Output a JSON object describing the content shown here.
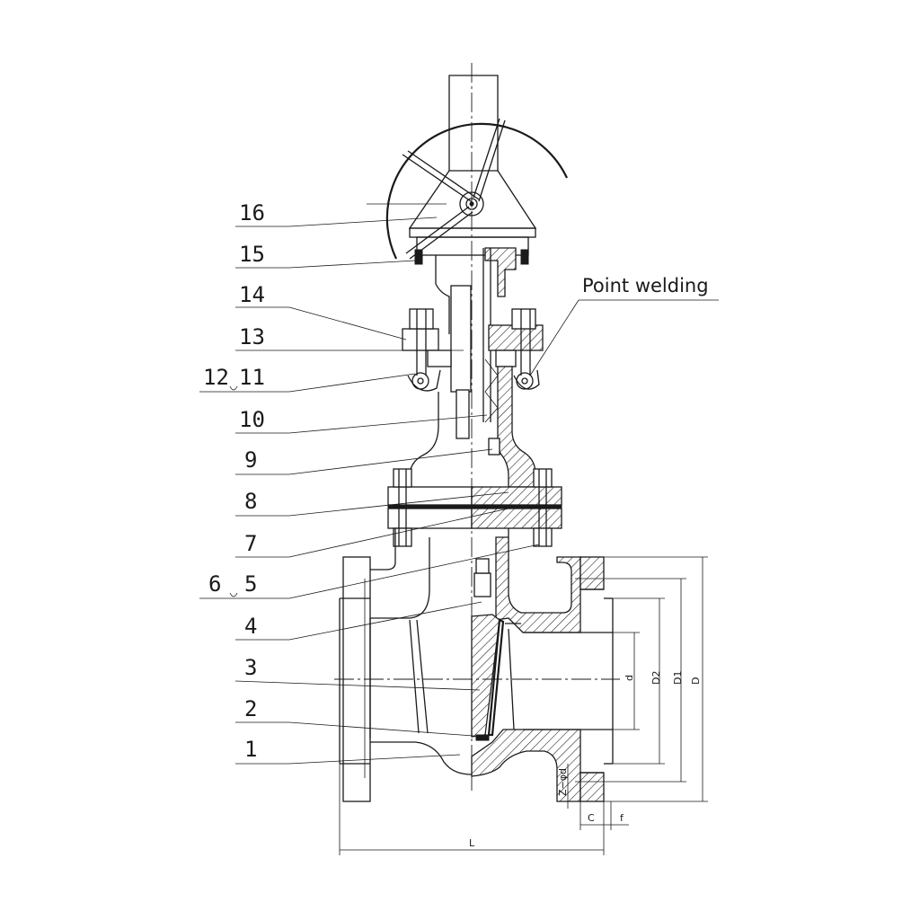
{
  "part_labels": [
    "16",
    "15",
    "14",
    "13",
    "12",
    "11",
    "10",
    "9",
    "8",
    "7",
    "6",
    "5",
    "4",
    "3",
    "2",
    "1"
  ],
  "annotation": "Point welding",
  "dimension_labels": {
    "d": "d",
    "d2": "D2",
    "d1": "D1",
    "d_outer": "D",
    "bolt_holes": "Z−φd",
    "c": "C",
    "f": "f",
    "l": "L"
  }
}
